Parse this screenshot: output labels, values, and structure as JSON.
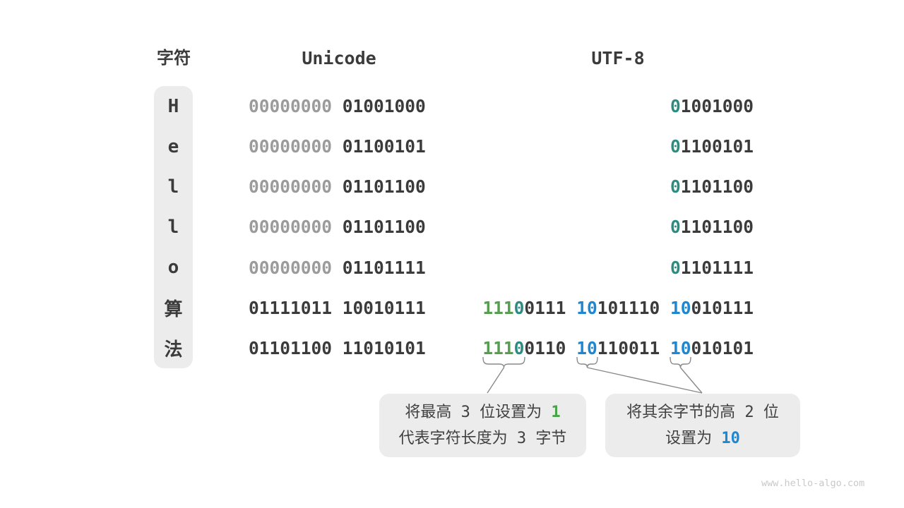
{
  "header": {
    "char_label": "字符",
    "unicode_label": "Unicode",
    "utf8_label": "UTF-8"
  },
  "colors": {
    "background": "#ffffff",
    "pill_and_box_gray": "#ececec",
    "dark_text": "#3b3b3b",
    "gray_leading_zeros": "#9b9b9b",
    "teal_prefix_zero": "#2d8c81",
    "green_prefix_ones": "#569e50",
    "blue_continuation_prefix": "#1e87d2",
    "green_accent": "#47a447",
    "connector_gray": "#8a8a8a",
    "watermark_gray": "#c9c9c9"
  },
  "rows": [
    {
      "char": "H",
      "unicode": [
        {
          "t": "00000000 ",
          "s": "gray"
        },
        {
          "t": "01001000",
          "s": "dark"
        }
      ],
      "utf8": [
        {
          "t": "0",
          "s": "teal"
        },
        {
          "t": "1001000",
          "s": "dark"
        }
      ]
    },
    {
      "char": "e",
      "unicode": [
        {
          "t": "00000000 ",
          "s": "gray"
        },
        {
          "t": "01100101",
          "s": "dark"
        }
      ],
      "utf8": [
        {
          "t": "0",
          "s": "teal"
        },
        {
          "t": "1100101",
          "s": "dark"
        }
      ]
    },
    {
      "char": "l",
      "unicode": [
        {
          "t": "00000000 ",
          "s": "gray"
        },
        {
          "t": "01101100",
          "s": "dark"
        }
      ],
      "utf8": [
        {
          "t": "0",
          "s": "teal"
        },
        {
          "t": "1101100",
          "s": "dark"
        }
      ]
    },
    {
      "char": "l",
      "unicode": [
        {
          "t": "00000000 ",
          "s": "gray"
        },
        {
          "t": "01101100",
          "s": "dark"
        }
      ],
      "utf8": [
        {
          "t": "0",
          "s": "teal"
        },
        {
          "t": "1101100",
          "s": "dark"
        }
      ]
    },
    {
      "char": "o",
      "unicode": [
        {
          "t": "00000000 ",
          "s": "gray"
        },
        {
          "t": "01101111",
          "s": "dark"
        }
      ],
      "utf8": [
        {
          "t": "0",
          "s": "teal"
        },
        {
          "t": "1101111",
          "s": "dark"
        }
      ]
    },
    {
      "char": "算",
      "unicode": [
        {
          "t": "01111011 ",
          "s": "dark"
        },
        {
          "t": "10010111",
          "s": "dark"
        }
      ],
      "utf8": [
        {
          "t": "111",
          "s": "green"
        },
        {
          "t": "0",
          "s": "teal"
        },
        {
          "t": "0111 ",
          "s": "dark"
        },
        {
          "t": "10",
          "s": "blue"
        },
        {
          "t": "101110 ",
          "s": "dark"
        },
        {
          "t": "10",
          "s": "blue"
        },
        {
          "t": "010111",
          "s": "dark"
        }
      ]
    },
    {
      "char": "法",
      "unicode": [
        {
          "t": "01101100 ",
          "s": "dark"
        },
        {
          "t": "11010101",
          "s": "dark"
        }
      ],
      "utf8": [
        {
          "t": "111",
          "s": "green"
        },
        {
          "t": "0",
          "s": "teal"
        },
        {
          "t": "0110 ",
          "s": "dark"
        },
        {
          "t": "10",
          "s": "blue"
        },
        {
          "t": "110011 ",
          "s": "dark"
        },
        {
          "t": "10",
          "s": "blue"
        },
        {
          "t": "010101",
          "s": "dark"
        }
      ]
    }
  ],
  "callouts": {
    "left": {
      "line1": [
        {
          "t": "将最高",
          "s": "cjk"
        },
        {
          "t": " 3 ",
          "s": "num"
        },
        {
          "t": "位设置为",
          "s": "cjk"
        },
        {
          "t": " 1",
          "s": "green-num"
        }
      ],
      "line2": [
        {
          "t": "代表字符长度为",
          "s": "cjk"
        },
        {
          "t": " 3 ",
          "s": "num"
        },
        {
          "t": "字节",
          "s": "cjk"
        }
      ]
    },
    "right": {
      "line1": [
        {
          "t": "将其余字节的高",
          "s": "cjk"
        },
        {
          "t": " 2 ",
          "s": "num"
        },
        {
          "t": "位",
          "s": "cjk"
        }
      ],
      "line2": [
        {
          "t": "设置为",
          "s": "cjk"
        },
        {
          "t": " 10",
          "s": "blue-num"
        }
      ]
    }
  },
  "watermark": "www.hello-algo.com"
}
